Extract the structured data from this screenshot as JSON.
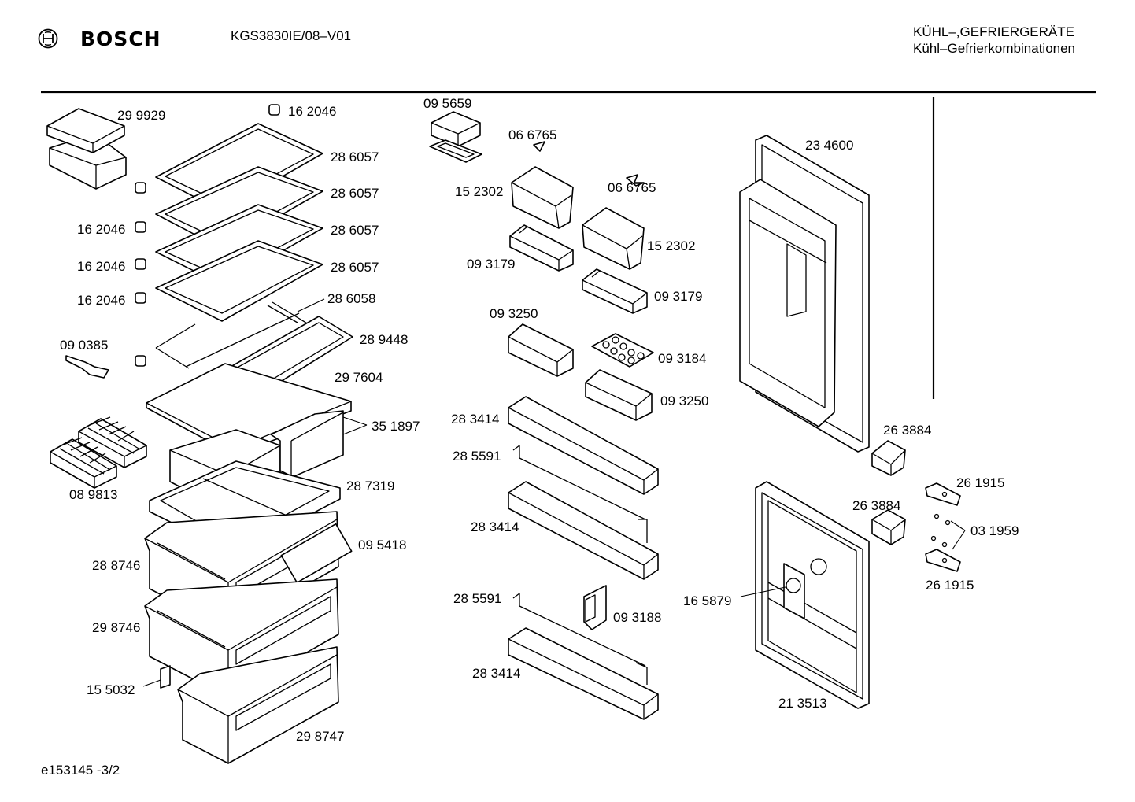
{
  "header": {
    "brand": "BOSCH",
    "model": "KGS3830IE/08–V01",
    "category_line1": "KÜHL–,GEFRIERGERÄTE",
    "category_line2": "Kühl–Gefrierkombinationen"
  },
  "footer": {
    "reference": "e153145   -3/2"
  },
  "part_labels": {
    "l01": "29 9929",
    "l02": "16 2046",
    "l03": "28 6057",
    "l04": "28 6057",
    "l05": "16 2046",
    "l06": "28 6057",
    "l07": "16 2046",
    "l08": "28 6057",
    "l09": "16 2046",
    "l10": "28 6058",
    "l11": "09 0385",
    "l12": "28 9448",
    "l13": "29 7604",
    "l14": "35 1897",
    "l15": "08 9813",
    "l16": "28 7319",
    "l17": "09 5418",
    "l18": "28 8746",
    "l19": "29 8746",
    "l20": "15 5032",
    "l21": "29 8747",
    "l22": "09 5659",
    "l23": "06 6765",
    "l24": "15 2302",
    "l25": "06 6765",
    "l26": "15 2302",
    "l27": "09 3179",
    "l28": "09 3179",
    "l29": "09 3250",
    "l30": "09 3184",
    "l31": "09 3250",
    "l32": "28 3414",
    "l33": "28 5591",
    "l34": "28 3414",
    "l35": "28 5591",
    "l36": "09 3188",
    "l37": "28 3414",
    "l38": "23 4600",
    "l39": "26 3884",
    "l40": "26 1915",
    "l41": "26 3884",
    "l42": "03 1959",
    "l43": "26 1915",
    "l44": "16 5879",
    "l45": "21 3513"
  }
}
